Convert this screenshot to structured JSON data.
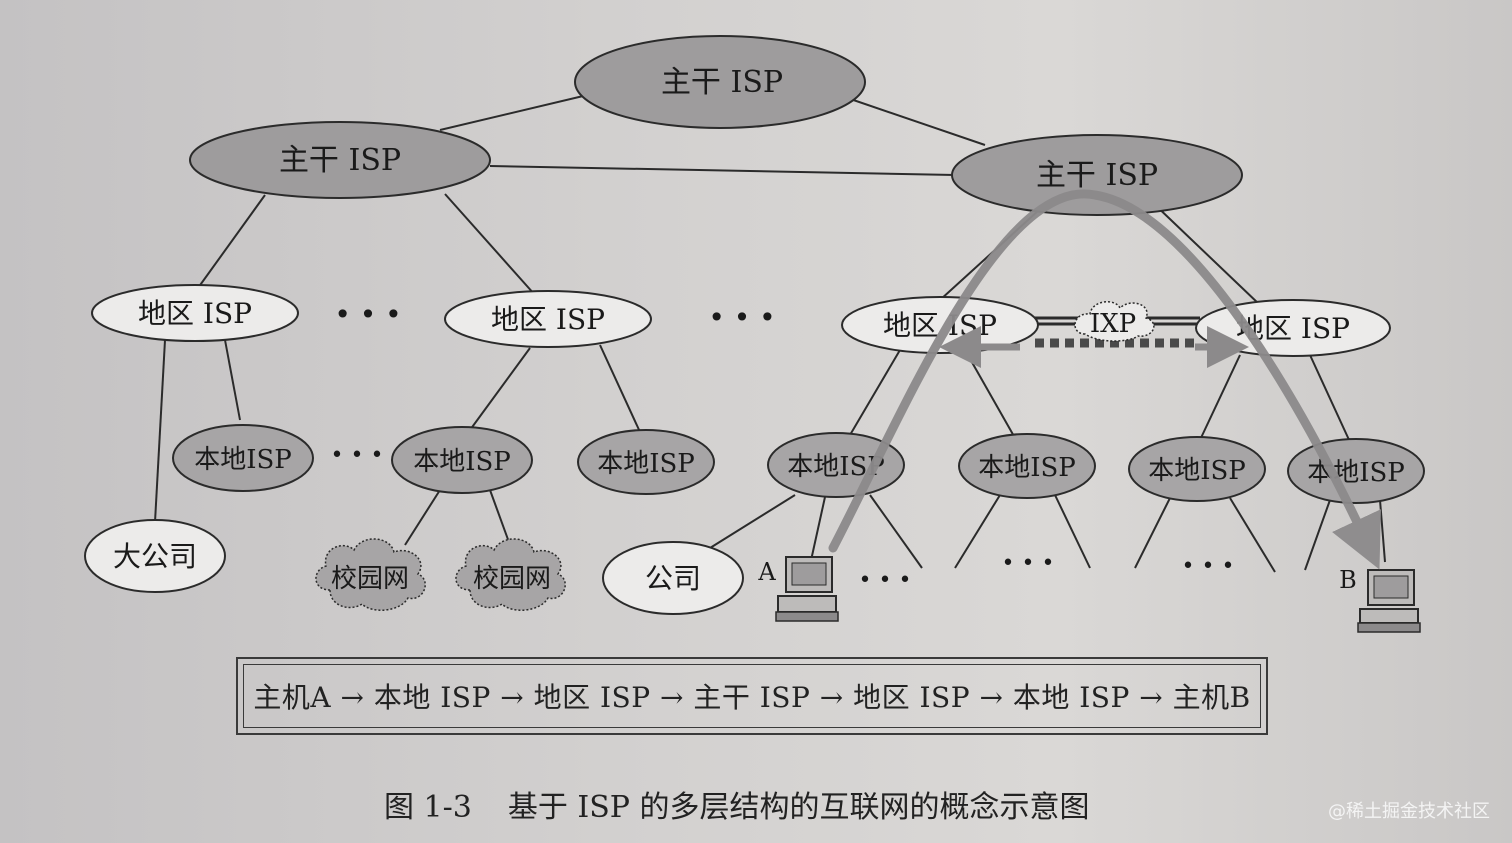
{
  "nodes": {
    "backbone_top": "主干 ISP",
    "backbone_left": "主干 ISP",
    "backbone_right": "主干 ISP",
    "regional_1": "地区 ISP",
    "regional_2": "地区 ISP",
    "regional_3": "地区 ISP",
    "regional_4": "地区 ISP",
    "ixp": "IXP",
    "local_1": "本地ISP",
    "local_2": "本地ISP",
    "local_3": "本地ISP",
    "local_4": "本地ISP",
    "local_5": "本地ISP",
    "local_6": "本地ISP",
    "local_7": "本地ISP",
    "big_company": "大公司",
    "campus_1": "校园网",
    "campus_2": "校园网",
    "company": "公司",
    "host_a": "A",
    "host_b": "B"
  },
  "ellipsis": "• • •",
  "small_ellipsis": "• • •",
  "route": "主机A → 本地 ISP → 地区 ISP → 主干 ISP → 地区 ISP → 本地 ISP → 主机B",
  "caption": {
    "number": "图 1-3",
    "title": "基于 ISP 的多层结构的互联网的概念示意图"
  },
  "watermark": "@稀土掘金技术社区",
  "colors": {
    "backbone_fill": "#9e9c9d",
    "local_fill": "#a7a5a6",
    "plain_fill": "#ecebea",
    "line": "#2b2b2b",
    "arrow": "#8c8a8b"
  }
}
